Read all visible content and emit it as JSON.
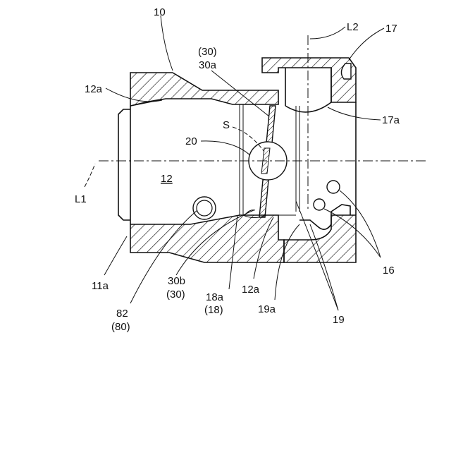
{
  "labels": {
    "l10": "10",
    "l30top": "(30)",
    "l30a": "30a",
    "lL2": "L2",
    "l17": "17",
    "l12a_top": "12a",
    "l17a": "17a",
    "lS": "S",
    "l20": "20",
    "l12": "12",
    "lL1": "L1",
    "l16": "16",
    "l11a": "11a",
    "l30b": "30b",
    "l30b_sub": "(30)",
    "l18a": "18a",
    "l18": "(18)",
    "l12a_bot": "12a",
    "l19a": "19a",
    "l19": "19",
    "l82": "82",
    "l80": "(80)"
  }
}
